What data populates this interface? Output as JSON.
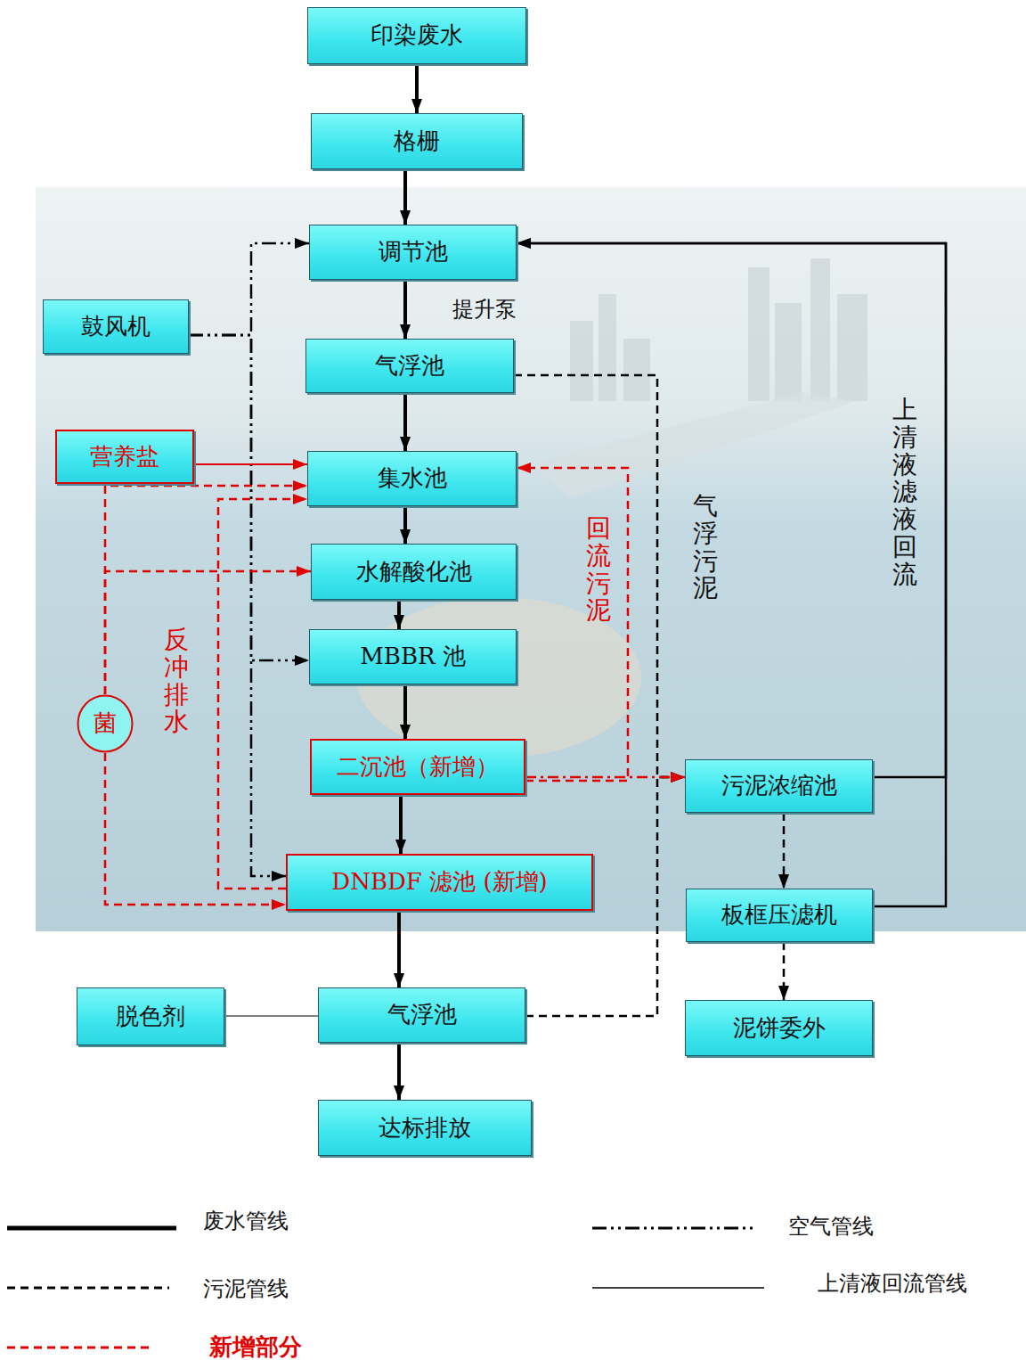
{
  "diagram": {
    "nodes": [
      {
        "text": [
          "印染废水"
        ]
      },
      {
        "text": [
          "格栅"
        ]
      },
      {
        "text": [
          "调节池"
        ]
      },
      {
        "text": [
          "鼓风机"
        ]
      },
      {
        "text": [
          "气浮池"
        ]
      },
      {
        "text": [
          "营养盐"
        ]
      },
      {
        "text": [
          "集水池"
        ]
      },
      {
        "text": [
          "水解酸化池"
        ]
      },
      {
        "text": [
          "MBBR 池"
        ]
      },
      {
        "text": [
          "菌"
        ]
      },
      {
        "text": [
          "二沉池（新增）"
        ]
      },
      {
        "text": [
          "污泥浓缩池"
        ]
      },
      {
        "text": [
          "DNBDF 滤池 (新增)"
        ]
      },
      {
        "text": [
          "板框压滤机"
        ]
      },
      {
        "text": [
          "脱色剂"
        ]
      },
      {
        "text": [
          "气浮池"
        ]
      },
      {
        "text": [
          "泥饼委外"
        ]
      },
      {
        "text": [
          "达标排放"
        ]
      }
    ],
    "edges": [
      {
        "from": 0,
        "to": 1,
        "arrow": "to"
      },
      {
        "from": 1,
        "to": 2,
        "arrow": "to"
      },
      {
        "from": 2,
        "to": 4,
        "arrow": "to"
      },
      {
        "from": 3,
        "to": 2,
        "arrow": "to"
      },
      {
        "from": 3,
        "to": 8,
        "arrow": "to"
      },
      {
        "from": 3,
        "to": 12,
        "arrow": "to"
      },
      {
        "from": 4,
        "to": 6,
        "arrow": "to"
      },
      {
        "from": 5,
        "to": 6,
        "arrow": "to"
      },
      {
        "from": 6,
        "to": 7,
        "arrow": "to"
      },
      {
        "from": 7,
        "to": 8,
        "arrow": "to"
      },
      {
        "from": 8,
        "to": 10,
        "arrow": "to"
      },
      {
        "from": 10,
        "to": 12,
        "arrow": "to"
      },
      {
        "from": 12,
        "to": 15,
        "arrow": "to"
      },
      {
        "from": 15,
        "to": 17,
        "arrow": "to"
      },
      {
        "from": 14,
        "to": 15,
        "arrow": "none"
      },
      {
        "from": 4,
        "to": 11,
        "arrow": "to"
      },
      {
        "from": 15,
        "to": 11,
        "arrow": "to"
      },
      {
        "from": 10,
        "to": 11,
        "arrow": "to"
      },
      {
        "from": 10,
        "to": 6,
        "arrow": "to"
      },
      {
        "from": 9,
        "to": 6,
        "arrow": "to"
      },
      {
        "from": 9,
        "to": 7,
        "arrow": "to"
      },
      {
        "from": 9,
        "to": 12,
        "arrow": "to"
      },
      {
        "from": 12,
        "to": 6,
        "arrow": "to"
      },
      {
        "from": 11,
        "to": 13,
        "arrow": "to"
      },
      {
        "from": 13,
        "to": 16,
        "arrow": "to"
      },
      {
        "from": 11,
        "to": 2,
        "arrow": "to"
      },
      {
        "from": 13,
        "to": 2,
        "arrow": "to"
      }
    ],
    "labels": [
      "提升泵",
      "气浮污泥",
      "回流污泥",
      "反冲排水",
      "上清液滤液回流"
    ],
    "legend": [
      {
        "text": "废水管线"
      },
      {
        "text": "空气管线"
      },
      {
        "text": "污泥管线"
      },
      {
        "text": "上清液回流管线"
      },
      {
        "text": "新增部分"
      }
    ]
  }
}
